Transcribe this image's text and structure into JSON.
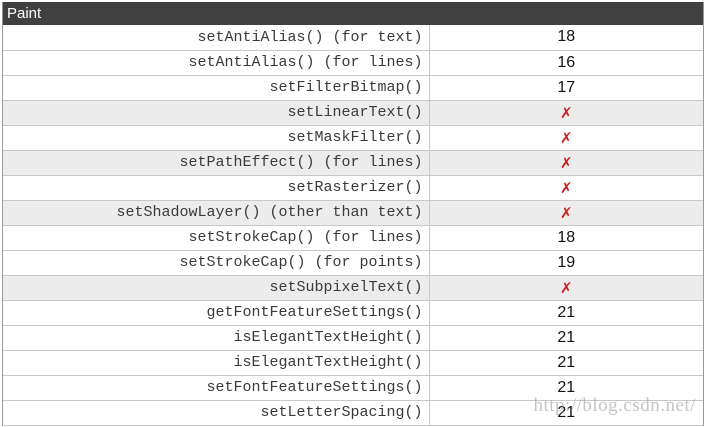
{
  "header": {
    "title": "Paint"
  },
  "colors": {
    "header_bg": "#404040",
    "unsupported": "#cc2020",
    "shaded_row": "#ececec"
  },
  "rows": [
    {
      "method": "setAntiAlias() (for text)",
      "api": "18",
      "shaded": false,
      "supported": true
    },
    {
      "method": "setAntiAlias() (for lines)",
      "api": "16",
      "shaded": false,
      "supported": true
    },
    {
      "method": "setFilterBitmap()",
      "api": "17",
      "shaded": false,
      "supported": true
    },
    {
      "method": "setLinearText()",
      "api": "✗",
      "shaded": true,
      "supported": false
    },
    {
      "method": "setMaskFilter()",
      "api": "✗",
      "shaded": false,
      "supported": false
    },
    {
      "method": "setPathEffect() (for lines)",
      "api": "✗",
      "shaded": true,
      "supported": false
    },
    {
      "method": "setRasterizer()",
      "api": "✗",
      "shaded": false,
      "supported": false
    },
    {
      "method": "setShadowLayer() (other than text)",
      "api": "✗",
      "shaded": true,
      "supported": false
    },
    {
      "method": "setStrokeCap() (for lines)",
      "api": "18",
      "shaded": false,
      "supported": true
    },
    {
      "method": "setStrokeCap() (for points)",
      "api": "19",
      "shaded": false,
      "supported": true
    },
    {
      "method": "setSubpixelText()",
      "api": "✗",
      "shaded": true,
      "supported": false
    },
    {
      "method": "getFontFeatureSettings()",
      "api": "21",
      "shaded": false,
      "supported": true
    },
    {
      "method": "isElegantTextHeight()",
      "api": "21",
      "shaded": false,
      "supported": true
    },
    {
      "method": "isElegantTextHeight()",
      "api": "21",
      "shaded": false,
      "supported": true
    },
    {
      "method": "setFontFeatureSettings()",
      "api": "21",
      "shaded": false,
      "supported": true
    },
    {
      "method": "setLetterSpacing()",
      "api": "21",
      "shaded": false,
      "supported": true
    }
  ],
  "watermark": {
    "text": "http://blog.csdn.net/"
  }
}
